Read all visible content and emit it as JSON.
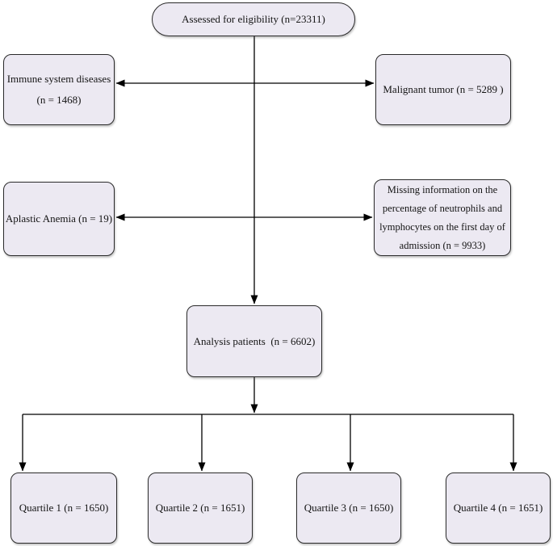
{
  "colors": {
    "node_fill": "#ECE9F2",
    "node_border": "#2A2A2A",
    "arrow": "#000000",
    "background": "#FFFFFF"
  },
  "nodes": {
    "assessed": {
      "label": "Assessed for eligibility (n=23311)"
    },
    "immune": {
      "lines": [
        "Immune system diseases",
        "(n = 1468)"
      ]
    },
    "malignant": {
      "label": "Malignant tumor (n = 5289 )"
    },
    "aplastic": {
      "label": "Aplastic Anemia (n = 19)"
    },
    "missing": {
      "lines": [
        "Missing information on the",
        "percentage of neutrophils and",
        "lymphocytes on the first day of",
        "admission (n = 9933)"
      ]
    },
    "analysis": {
      "label": "Analysis patients  (n = 6602)"
    },
    "quartile1": {
      "label": "Quartile 1 (n = 1650)"
    },
    "quartile2": {
      "label": "Quartile 2 (n = 1651)"
    },
    "quartile3": {
      "label": "Quartile 3 (n = 1650)"
    },
    "quartile4": {
      "label": "Quartile 4 (n = 1651)"
    }
  }
}
